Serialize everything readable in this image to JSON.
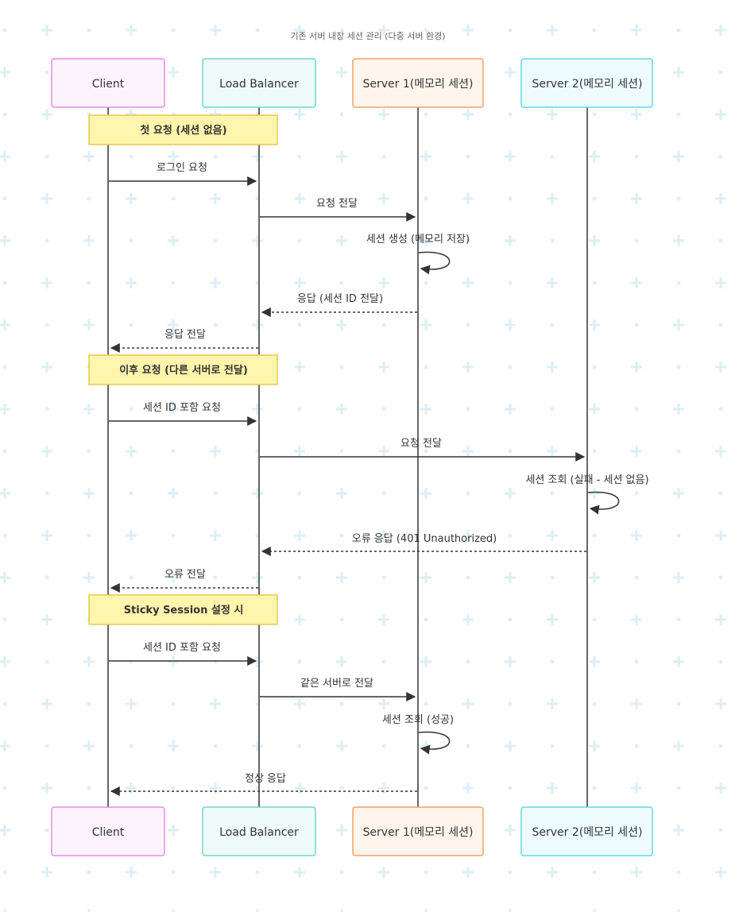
{
  "title": "기존 서버 내장 세션 관리 (다중 서버 환경)",
  "actors": [
    {
      "id": "client",
      "label": "Client",
      "fill": "#fdf3fd",
      "stroke": "#e88ae8"
    },
    {
      "id": "lb",
      "label": "Load Balancer",
      "fill": "#effbf9",
      "stroke": "#6fd8c8"
    },
    {
      "id": "s1",
      "label": "Server 1(메모리 세션)",
      "fill": "#fff5ec",
      "stroke": "#f4a261"
    },
    {
      "id": "s2",
      "label": "Server 2(메모리 세션)",
      "fill": "#eefcfe",
      "stroke": "#5fd8e8"
    }
  ],
  "notes": [
    {
      "label": "첫 요청 (세션 없음)"
    },
    {
      "label": "이후 요청 (다른 서버로 전달)"
    },
    {
      "label": "Sticky Session 설정 시"
    }
  ],
  "messages": [
    {
      "from": "client",
      "to": "lb",
      "label": "로그인 요청",
      "style": "solid"
    },
    {
      "from": "lb",
      "to": "s1",
      "label": "요청 전달",
      "style": "solid"
    },
    {
      "from": "s1",
      "to": "s1",
      "label": "세션 생성 (메모리 저장)",
      "style": "solid"
    },
    {
      "from": "s1",
      "to": "lb",
      "label": "응답 (세션 ID 전달)",
      "style": "dashed"
    },
    {
      "from": "lb",
      "to": "client",
      "label": "응답 전달",
      "style": "dashed"
    },
    {
      "from": "client",
      "to": "lb",
      "label": "세션 ID 포함 요청",
      "style": "solid"
    },
    {
      "from": "lb",
      "to": "s2",
      "label": "요청 전달",
      "style": "solid"
    },
    {
      "from": "s2",
      "to": "s2",
      "label": "세션 조회 (실패 - 세션 없음)",
      "style": "solid"
    },
    {
      "from": "s2",
      "to": "lb",
      "label": "오류 응답 (401 Unauthorized)",
      "style": "dashed"
    },
    {
      "from": "lb",
      "to": "client",
      "label": "오류 전달",
      "style": "dashed"
    },
    {
      "from": "client",
      "to": "lb",
      "label": "세션 ID 포함 요청",
      "style": "solid"
    },
    {
      "from": "lb",
      "to": "s1",
      "label": "같은 서버로 전달",
      "style": "solid"
    },
    {
      "from": "s1",
      "to": "s1",
      "label": "세션 조회 (성공)",
      "style": "solid"
    },
    {
      "from": "s1",
      "to": "client",
      "label": "정상 응답",
      "style": "dashed"
    }
  ],
  "colors": {
    "line": "#333333",
    "note_fill": "#fff5ad",
    "note_stroke": "#e8c84a",
    "grid_symbol": "#ddeef6"
  }
}
